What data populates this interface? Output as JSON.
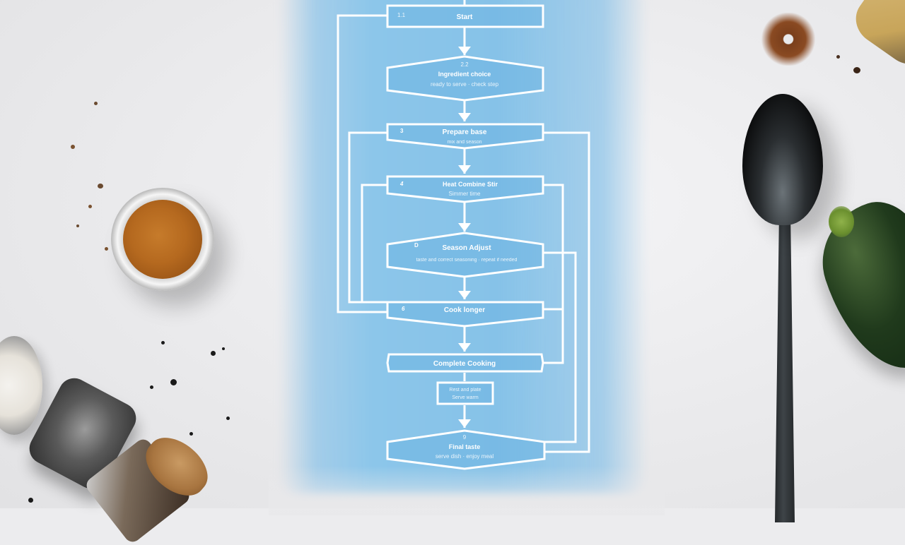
{
  "scene": {
    "description": "Flat-lay kitchen countertop photo with a translucent blue flowchart overlay",
    "background_color": "#ececee",
    "panel_color": "#8cc6ea",
    "line_color": "#ffffff"
  },
  "flowchart": {
    "nodes": [
      {
        "id": "n1",
        "shape": "rect",
        "tag": "1.1",
        "title": "Start",
        "subtitle": ""
      },
      {
        "id": "n2",
        "shape": "hexagon",
        "tag": "2.2",
        "title": "Ingredient choice",
        "subtitle": "ready to serve · check step"
      },
      {
        "id": "n3",
        "shape": "banner",
        "tag": "3",
        "title": "Prepare base",
        "subtitle": "mix and season"
      },
      {
        "id": "n4",
        "shape": "banner",
        "tag": "4",
        "title": "Heat Combine Stir",
        "subtitle": "Simmer time"
      },
      {
        "id": "n5",
        "shape": "hexagon",
        "tag": "D",
        "title": "Season Adjust",
        "subtitle": "taste and correct seasoning · repeat if needed"
      },
      {
        "id": "n6",
        "shape": "banner",
        "tag": "6",
        "title": "Cook longer",
        "subtitle": ""
      },
      {
        "id": "n7",
        "shape": "banner",
        "tag": "",
        "title": "Complete Cooking",
        "subtitle": ""
      },
      {
        "id": "n8",
        "shape": "rect",
        "tag": "",
        "title": "Rest and plate",
        "subtitle": "Serve warm"
      },
      {
        "id": "n9",
        "shape": "hexagon",
        "tag": "9",
        "title": "Final taste",
        "subtitle": "serve dish · enjoy meal"
      }
    ]
  },
  "props": [
    {
      "name": "spice-jar",
      "color": "#b5691f"
    },
    {
      "name": "salt-bowl",
      "color": "#e6e2da"
    },
    {
      "name": "pepper-block",
      "color": "#3a3a3a"
    },
    {
      "name": "cork-jar",
      "color": "#a87540"
    },
    {
      "name": "black-spoon",
      "color": "#1a1c1e"
    },
    {
      "name": "zucchini",
      "color": "#203a1c"
    },
    {
      "name": "cutting-board",
      "color": "#c8a55a"
    },
    {
      "name": "ground-spice",
      "color": "#8a4a22"
    }
  ]
}
